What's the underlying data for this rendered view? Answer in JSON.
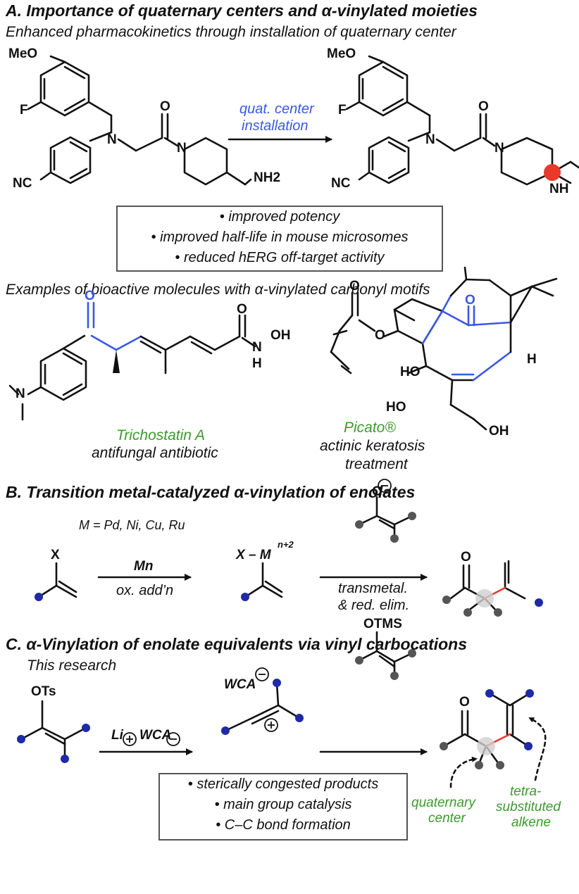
{
  "sectionA": {
    "heading": "A. Importance of quaternary centers and α-vinylated moieties",
    "subtitle": "Enhanced pharmacokinetics through installation of quaternary center",
    "arrow_label_1": "quat. center",
    "arrow_label_2": "installation",
    "benefits": [
      "• improved potency",
      "• improved half-life in mouse microsomes",
      "• reduced hERG off-target activity"
    ],
    "examples_title": "Examples of bioactive molecules with α-vinylated carbonyl motifs",
    "mol1_name": "Trichostatin A",
    "mol1_desc": "antifungal antibiotic",
    "mol2_name": "Picato®",
    "mol2_desc_1": "actinic keratosis",
    "mol2_desc_2": "treatment",
    "atoms": {
      "meo": "MeO",
      "f": "F",
      "n": "N",
      "o": "O",
      "nc": "NC",
      "nh2": "NH2",
      "nh": "NH",
      "oh": "OH",
      "h": "H",
      "ho": "HO"
    }
  },
  "sectionB": {
    "heading": "B. Transition metal-catalyzed α-vinylation of enolates",
    "metals": "M = Pd, Ni, Cu, Ru",
    "x": "X",
    "mn": "Mn",
    "oxadd": "ox. add’n",
    "xm": "X – M",
    "n2": "n+2",
    "transmetal": "transmetal.",
    "redelim": "& red. elim.",
    "o_minus": "O",
    "o": "O"
  },
  "sectionC": {
    "heading": "C. α-Vinylation of enolate equivalents via vinyl carbocations",
    "subtitle": "This research",
    "ots": "OTs",
    "li": "Li",
    "wca": "WCA",
    "otms": "OTMS",
    "o": "O",
    "features": [
      "• sterically congested products",
      "• main group catalysis",
      "• C–C bond formation"
    ],
    "quaternary_1": "quaternary",
    "quaternary_2": "center",
    "tetra_1": "tetra-",
    "tetra_2": "substituted",
    "tetra_3": "alkene"
  },
  "colors": {
    "blue": "#3b57e6",
    "green": "#3c9a2e",
    "red": "#e8392b",
    "navy": "#1e2aa6",
    "gray": "#555555"
  }
}
